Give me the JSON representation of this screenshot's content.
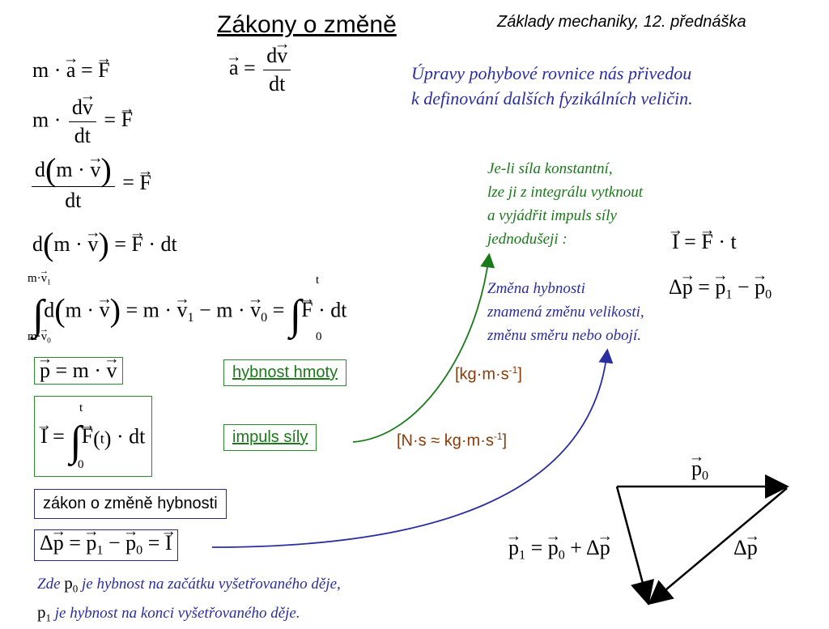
{
  "header": {
    "title": "Zákony o změně",
    "lecture": "Základy mechaniky, 12. přednáška"
  },
  "intro": {
    "line1": "Úpravy pohybové rovnice nás přivedou",
    "line2": "k definování dalších fyzikálních veličin."
  },
  "constant_force": {
    "line1": "Je-li síla konstantní,",
    "line2": "lze ji z integrálu vytknout",
    "line3": "a vyjádřit impuls síly",
    "line4": "jednodušeji :"
  },
  "momentum_change": {
    "line1": "Změna hybnosti",
    "line2": "znamená změnu velikosti,",
    "line3": "změnu směru nebo obojí."
  },
  "labels": {
    "momentum": "hybnost hmoty",
    "impulse": "impuls síly",
    "law": "zákon o změně hybnosti"
  },
  "units": {
    "momentum": "[kg·m·s-1]",
    "impulse": "[N·s ≈ kg·m·s-1]"
  },
  "footer": {
    "line1_a": "Zde",
    "line1_b": "je hybnost na začátku vyšetřovaného děje,",
    "line2_b": "je hybnost na konci vyšetřovaného děje."
  },
  "colors": {
    "green": "#1a7a1a",
    "navy": "#2a2ea0",
    "brown": "#8b3a0a"
  }
}
